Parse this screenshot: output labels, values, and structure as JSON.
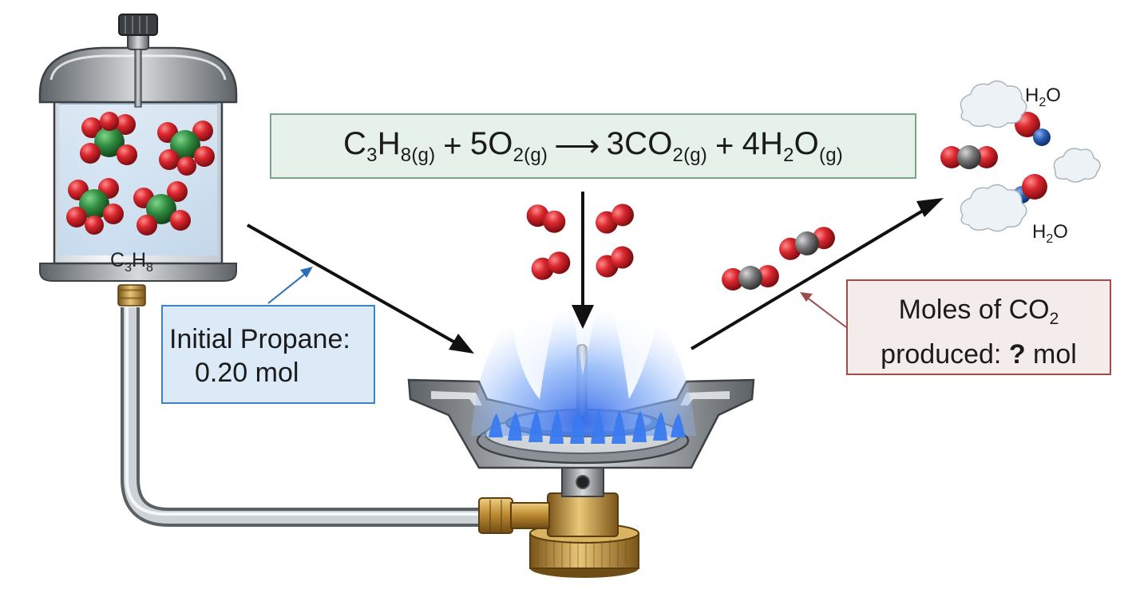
{
  "equation": {
    "reactant1": {
      "coef": "",
      "formula": "C",
      "sub1": "3",
      "mid": "H",
      "sub2": "8(g)"
    },
    "plus1": "+",
    "reactant2": {
      "coef": "5",
      "formula": "O",
      "sub": "2(g)"
    },
    "arrow": "⟶",
    "product1": {
      "coef": "3",
      "formula": "CO",
      "sub": "2(g)"
    },
    "plus2": "+",
    "product2": {
      "coef": "4",
      "formula": "H",
      "sub1": "2",
      "tail": "O",
      "sub2": "(g)"
    }
  },
  "tank_label": {
    "c": "C",
    "c_sub": "3",
    "h": "H",
    "h_sub": "8"
  },
  "given": {
    "line1": "Initial Propane:",
    "line2": "0.20 mol"
  },
  "unknown": {
    "line1_text": "Moles of CO",
    "line1_sub": "2",
    "line2_text": "produced: ",
    "line2_q": "?",
    "line2_unit": " mol"
  },
  "water_labels": [
    {
      "h": "H",
      "sub": "2",
      "o": "O"
    },
    {
      "h": "H",
      "sub": "2",
      "o": "O"
    }
  ],
  "colors": {
    "equation_fill": "#e6f1e9",
    "equation_border": "#7aa589",
    "given_fill": "#dceaf8",
    "given_border": "#3c82c4",
    "unknown_fill": "#f4ecea",
    "unknown_border": "#9c4d47",
    "oxygen": "#d9272e",
    "carbon_propane": "#2f8a3e",
    "carbon_co2": "#777777",
    "hydrogen": "#2a5fb4",
    "flame": "#3a7bf0",
    "brass": "#b8862f"
  },
  "icons": [
    "propane-tank-icon",
    "gas-burner-icon",
    "flame-icon",
    "oxygen-molecule-icon",
    "co2-molecule-icon",
    "water-molecule-icon",
    "steam-cloud-icon"
  ]
}
